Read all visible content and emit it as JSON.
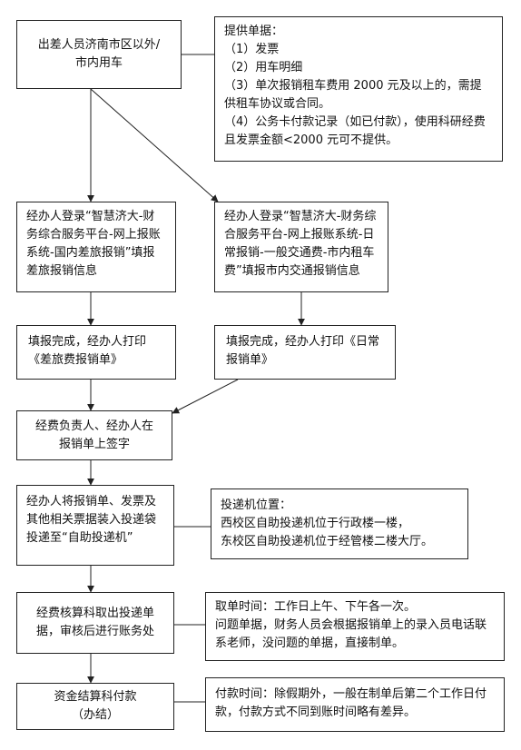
{
  "nodes": {
    "start": {
      "lines": [
        "出差人员济南市区以外/",
        "市内用车"
      ]
    },
    "docs": {
      "lines": [
        "提供单据：",
        "（1）发票",
        "（2）用车明细",
        "（3）单次报销租车费用 2000 元及以上的，需提供租车协议或合同。",
        "（4）公务卡付款记录（如已付款），使用科研经费且发票金额<2000 元可不提供。"
      ]
    },
    "left_login": {
      "lines": [
        "经办人登录“智慧济大-财务综合服务平台-网上报账系统-国内差旅报销”填报差旅报销信息"
      ]
    },
    "right_login": {
      "lines": [
        "经办人登录“智慧济大-财务综合服务平台-网上报账系统-日常报销-一般交通费-市内租车费”填报市内交通报销信息"
      ]
    },
    "left_print": {
      "lines": [
        "填报完成，经办人打印",
        "《差旅费报销单》"
      ]
    },
    "right_print": {
      "lines": [
        "填报完成，经办人打印《日常报销单》"
      ]
    },
    "sign": {
      "lines": [
        "经费负责人、经办人在",
        "报销单上签字"
      ]
    },
    "deliver": {
      "lines": [
        "经办人将报销单、发票及其他相关票据装入投递袋投递至“自助投递机”"
      ]
    },
    "machine_location": {
      "lines": [
        "投递机位置：",
        "西校区自助投递机位于行政楼一楼，",
        "东校区自助投递机位于经管楼二楼大厅。"
      ]
    },
    "audit": {
      "lines": [
        "经费核算科取出投递单",
        "据，审核后进行账务处"
      ]
    },
    "pickup": {
      "lines": [
        "取单时间：工作日上午、下午各一次。",
        "问题单据，财务人员会根据报销单上的录入员电话联系老师，没问题的单据，直接制单。"
      ]
    },
    "payment": {
      "lines": [
        "资金结算科付款",
        "（办结）"
      ]
    },
    "payment_time": {
      "lines": [
        "付款时间：除假期外，一般在制单后第二个工作日付款，付款方式不同到账时间略有差异。"
      ]
    }
  },
  "colors": {
    "stroke": "#222222",
    "underline": "#3a5bd9"
  }
}
